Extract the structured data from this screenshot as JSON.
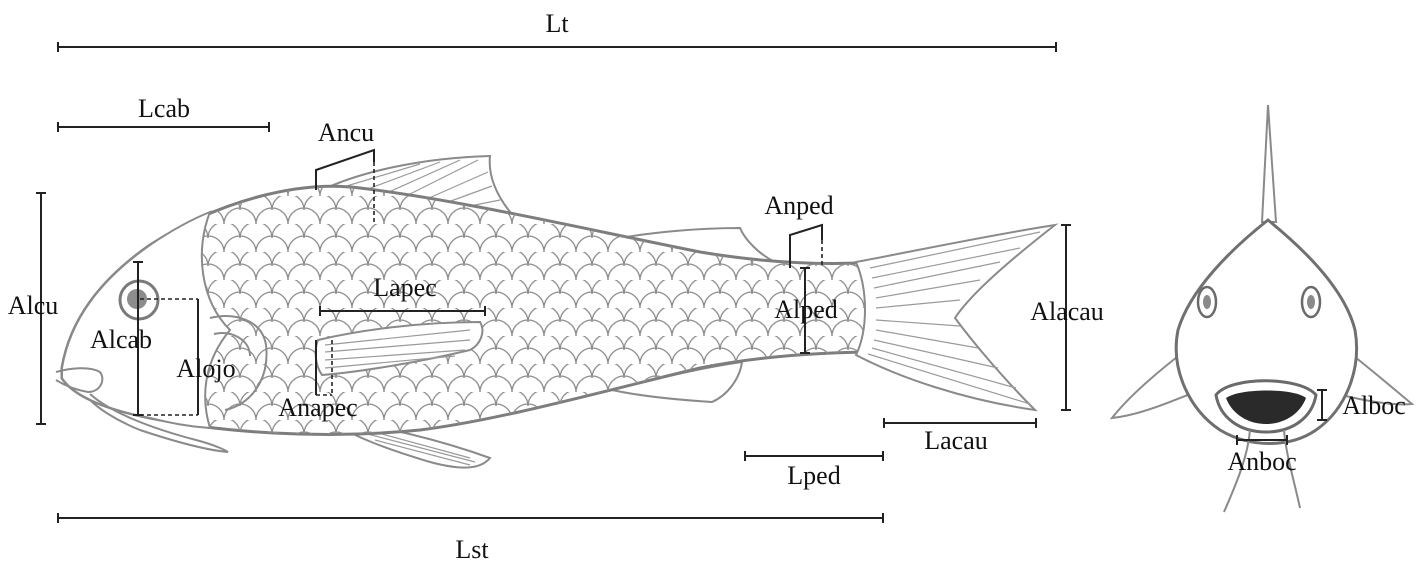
{
  "labels": {
    "lt": "Lt",
    "lcab": "Lcab",
    "ancu": "Ancu",
    "anped": "Anped",
    "alcu": "Alcu",
    "lapec": "Lapec",
    "alped": "Alped",
    "alacau": "Alacau",
    "alcab": "Alcab",
    "alojo": "Alojo",
    "anapec": "Anapec",
    "lacau": "Lacau",
    "lped": "Lped",
    "lst": "Lst",
    "alboc": "Alboc",
    "anboc": "Anboc"
  },
  "icons": {
    "side_view": "fish-side-view-illustration",
    "front_view": "fish-front-view-illustration"
  },
  "colors": {
    "line": "#222222",
    "fish_outline": "#7d7d7d",
    "mouth": "#2a2a2a"
  }
}
